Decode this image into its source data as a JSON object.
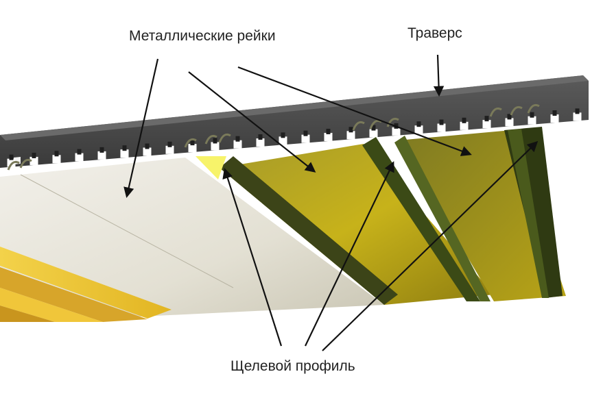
{
  "labels": {
    "metal_rails": "Металлические рейки",
    "traverse": "Траверс",
    "slot_profile": "Щелевой профиль"
  },
  "colors": {
    "background": "#ffffff",
    "traverse": "#4a4a4a",
    "rail_beige": "#e8e5dc",
    "rail_gold": "#c7b21a",
    "rail_dark_olive": "#3c4418",
    "arrow": "#111111"
  }
}
